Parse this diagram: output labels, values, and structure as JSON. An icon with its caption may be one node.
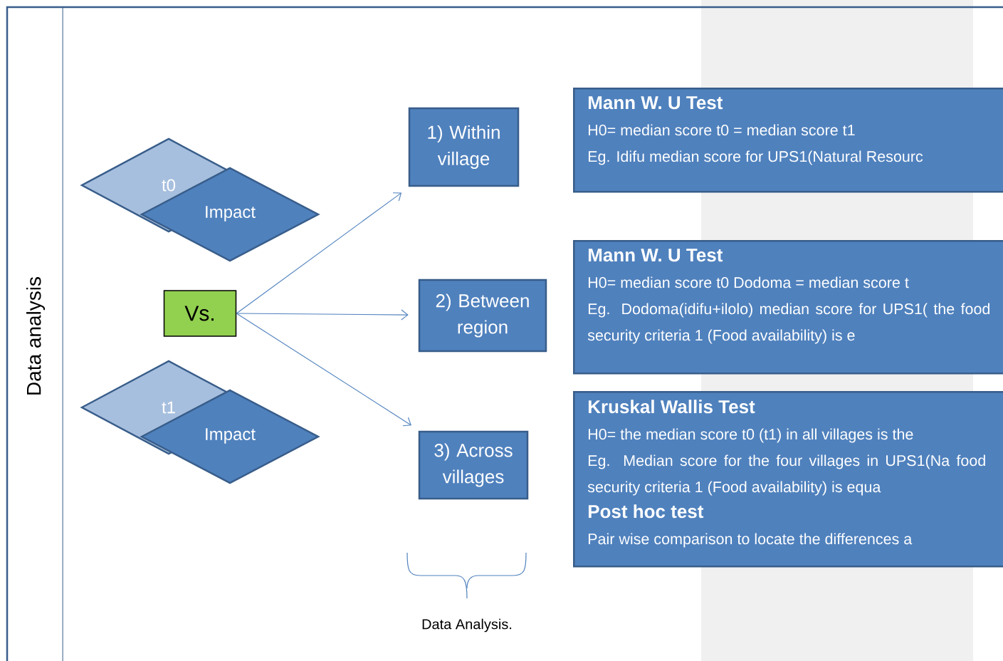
{
  "diagram": {
    "nodes": [
      {
        "text": [
          "Data analysis"
        ]
      },
      {
        "text": [
          "t0"
        ],
        "in": 0
      },
      {
        "text": [
          "Impact"
        ],
        "in": 0
      },
      {
        "text": [
          "Vs."
        ],
        "in": 0
      },
      {
        "text": [
          "t1"
        ],
        "in": 0
      },
      {
        "text": [
          "Impact"
        ],
        "in": 0
      },
      {
        "text": [
          "1) Within village"
        ],
        "in": 0
      },
      {
        "text": [
          "2) Between region"
        ],
        "in": 0
      },
      {
        "text": [
          "3) Across villages"
        ],
        "in": 0
      },
      {
        "text": [
          "Mann W. U Test",
          "H0= median score t0 = median score t1",
          "Eg. Idifu median score for UPS1(Natural Resourc"
        ],
        "in": 0
      },
      {
        "text": [
          "Mann W. U Test",
          "H0= median score t0  Dodoma = median score t",
          "Eg. Dodoma(idifu+ilolo) median score for UPS1( the food security criteria 1 (Food availability) is e"
        ],
        "in": 0
      },
      {
        "text": [
          "Kruskal Wallis Test",
          "H0= the median score t0 (t1) in all villages is the",
          "Eg. Median score for the four villages in UPS1(Na food security criteria 1 (Food availability) is equa",
          "Post hoc test",
          "Pair wise comparison to locate the differences a"
        ],
        "in": 0
      }
    ],
    "edges": [
      {
        "from": 3,
        "to": 6,
        "arrow": "to"
      },
      {
        "from": 3,
        "to": 7,
        "arrow": "to"
      },
      {
        "from": 3,
        "to": 8,
        "arrow": "to"
      }
    ],
    "labels": [
      "Data Analysis."
    ]
  }
}
